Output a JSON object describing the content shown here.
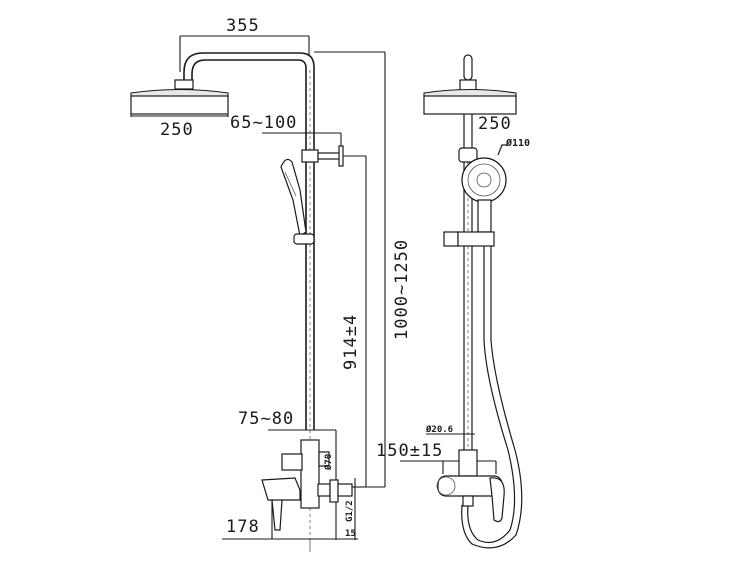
{
  "figure": {
    "type": "technical-drawing",
    "subject": "shower column set",
    "views": [
      "side-view",
      "front-view"
    ]
  },
  "side_view": {
    "dimensions": {
      "arm_length": "355",
      "head_diameter": "250",
      "wall_bracket_offset": "65~100",
      "bracket_to_inlet_height": "914±4",
      "adjustable_height": "1000~1250",
      "mixer_offset": "75~80",
      "mixer_bottom_height": "178",
      "pipe_diameter": "Ø70",
      "thread": "G1/2",
      "wall_gap": "15"
    }
  },
  "front_view": {
    "dimensions": {
      "head_diameter": "250",
      "hand_shower_diameter": "Ø110",
      "riser_diameter": "Ø20.6",
      "inlet_spacing": "150±15"
    }
  }
}
